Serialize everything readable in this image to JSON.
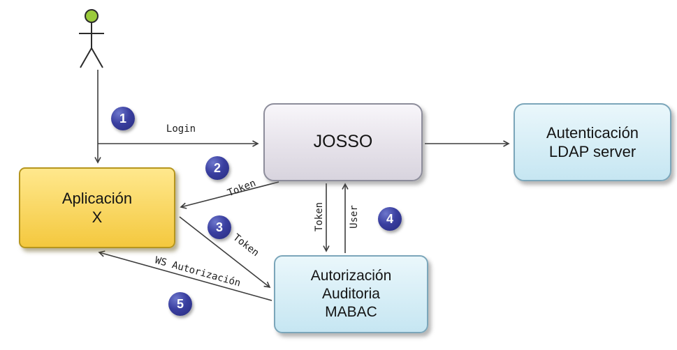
{
  "nodes": {
    "app": {
      "lines": [
        "Aplicación",
        "X"
      ]
    },
    "josso": {
      "lines": [
        "JOSSO"
      ]
    },
    "ldap": {
      "lines": [
        "Autenticación",
        "LDAP server"
      ]
    },
    "mabac": {
      "lines": [
        "Autorización",
        "Auditoria",
        "MABAC"
      ]
    }
  },
  "edges": {
    "login": "Login",
    "token_josso_to_app": "Token",
    "token_app_to_mabac": "Token",
    "token_vertical": "Token",
    "user_vertical": "User",
    "ws_autorizacion": "WS Autorización"
  },
  "steps": [
    "1",
    "2",
    "3",
    "4",
    "5"
  ],
  "colors": {
    "badge": "#2e3192",
    "app_fill": "#f4c83e",
    "josso_fill": "#e6e2ea",
    "ldap_fill": "#cde9f3",
    "mabac_fill": "#cde9f3",
    "actor_head": "#9bcb3b",
    "connector": "#3d3d3d"
  }
}
